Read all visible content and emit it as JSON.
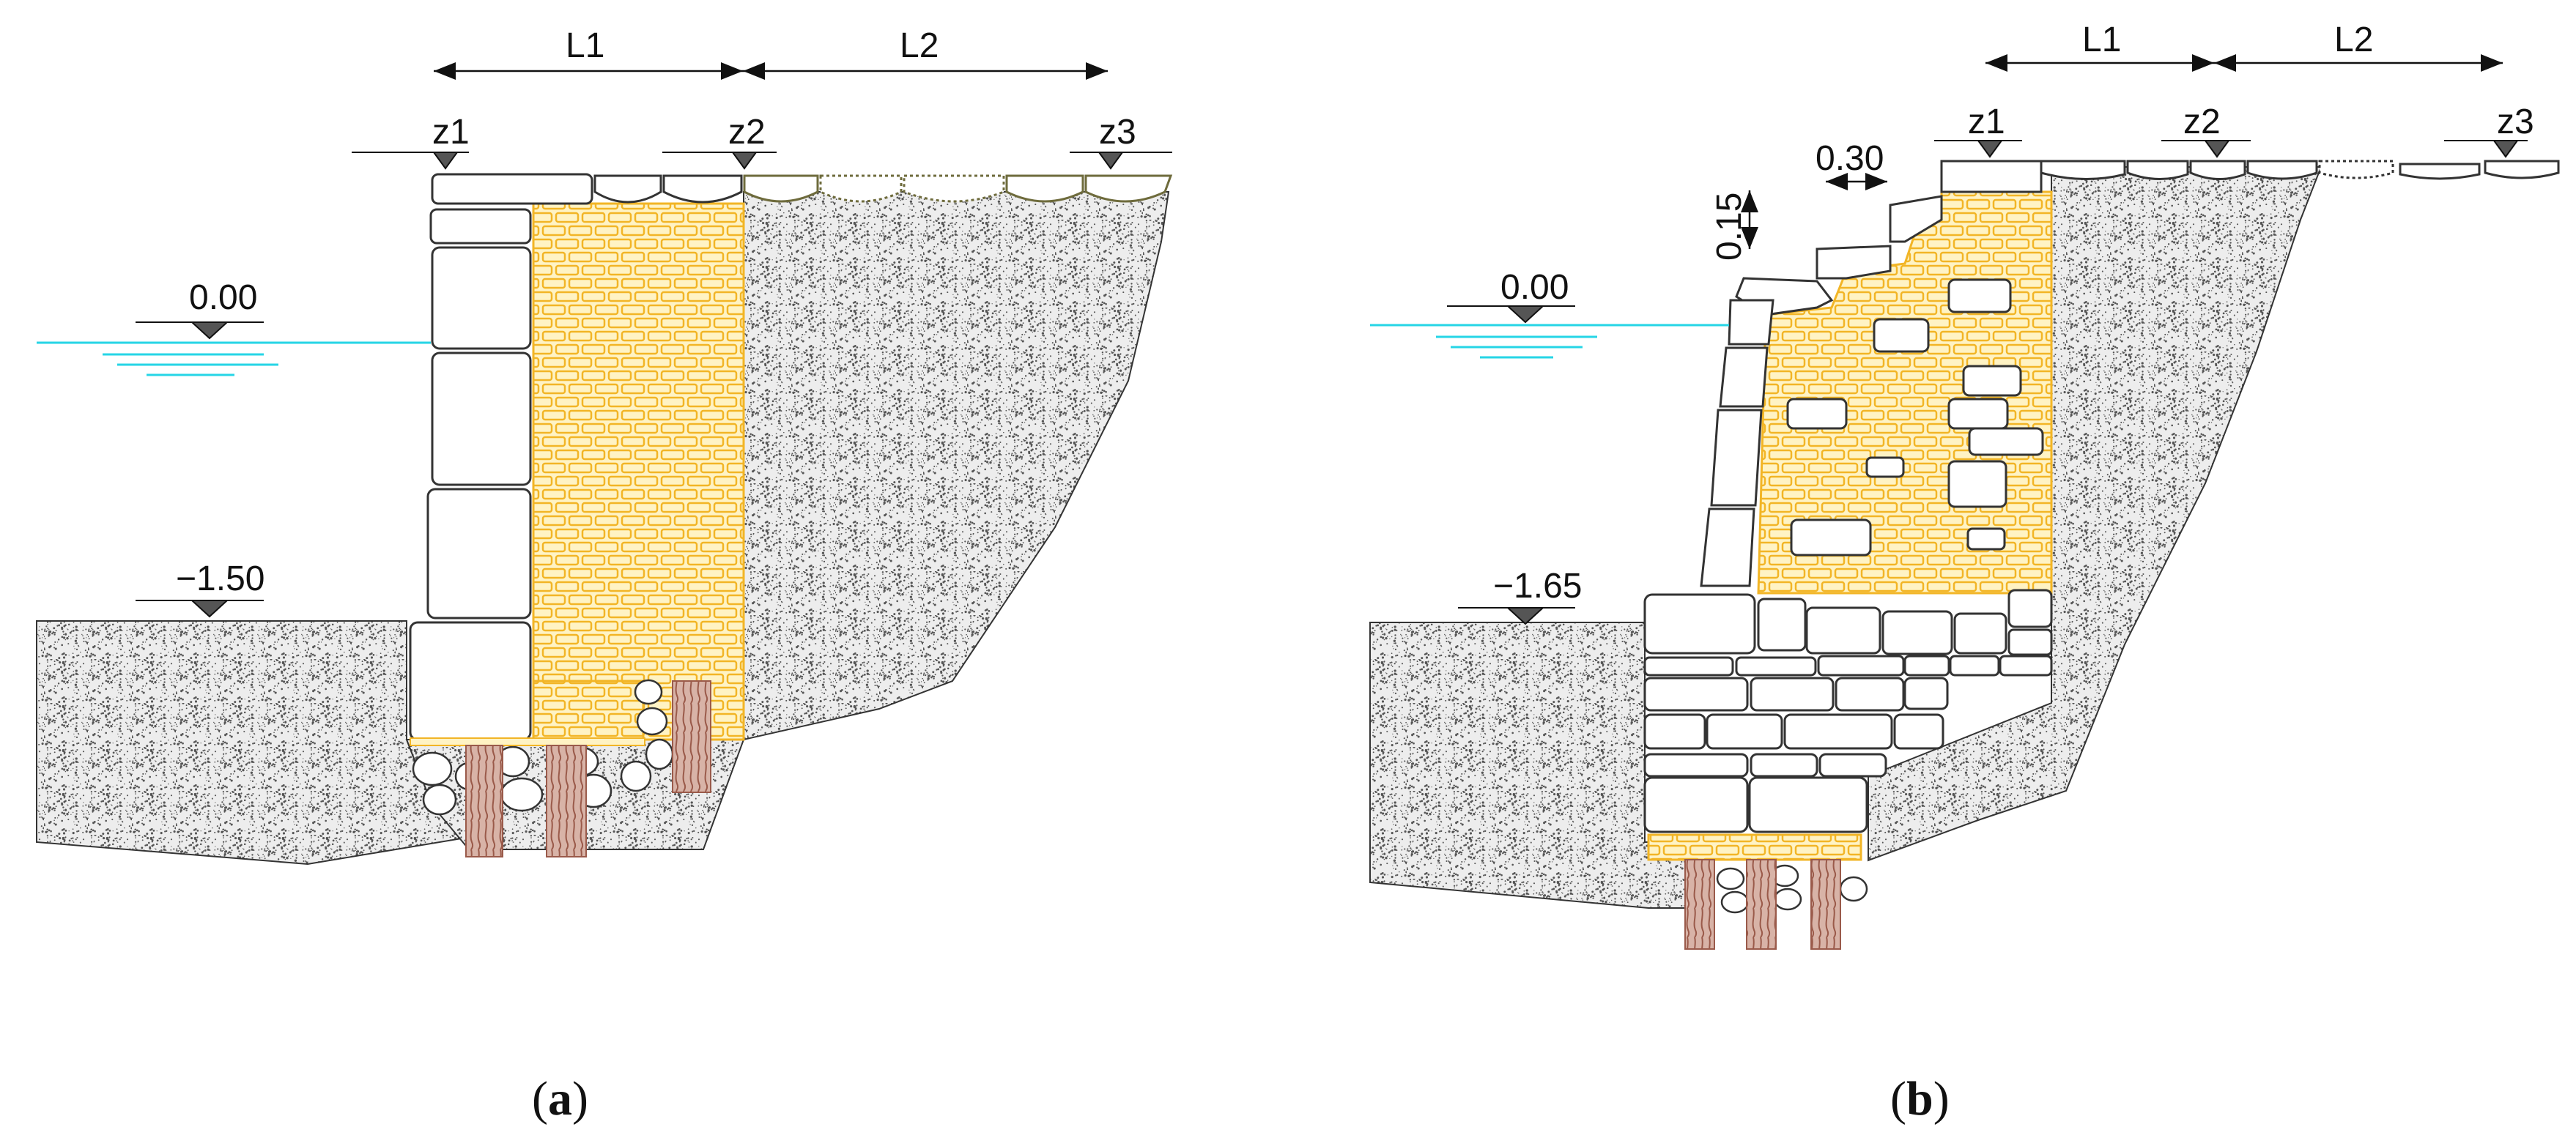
{
  "colors": {
    "soil": "#555555",
    "soil_bg": "#ededed",
    "brick_fill": "#fff3c4",
    "brick_line": "#f2b526",
    "water": "#26d5e6",
    "pile": "#9a5a4a",
    "pile_fill": "#d8b3a7",
    "stone_stroke": "#333333",
    "cap_edge": "#6e6b3c"
  },
  "panel_a": {
    "dims": {
      "l1": "L1",
      "l2": "L2"
    },
    "levels": {
      "z1": "z1",
      "z2": "z2",
      "z3": "z3"
    },
    "elevations": {
      "water": "0.00",
      "bottom": "−1.50"
    },
    "caption_open": "(",
    "caption_letter": "a",
    "caption_close": ")"
  },
  "panel_b": {
    "dims": {
      "l1": "L1",
      "l2": "L2",
      "step_width": "0.30",
      "step_height": "0.15"
    },
    "levels": {
      "z1": "z1",
      "z2": "z2",
      "z3": "z3"
    },
    "elevations": {
      "water": "0.00",
      "bottom": "−1.65"
    },
    "caption_open": "(",
    "caption_letter": "b",
    "caption_close": ")"
  }
}
